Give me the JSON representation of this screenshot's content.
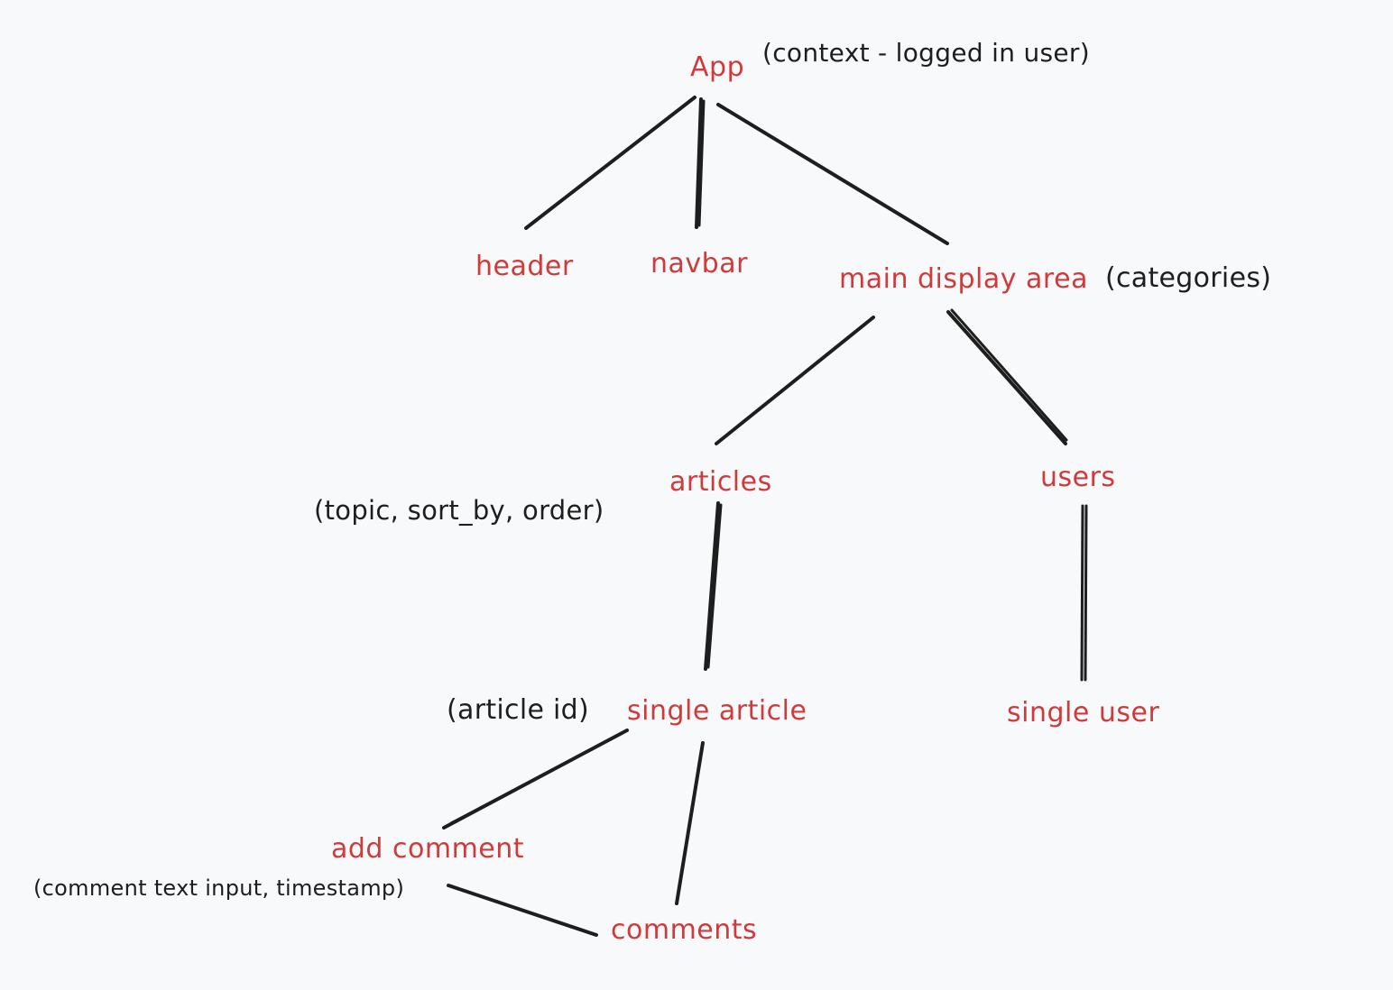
{
  "nodes": {
    "app": "App",
    "header": "header",
    "navbar": "navbar",
    "main_display_area": "main display area",
    "articles": "articles",
    "users": "users",
    "single_article": "single article",
    "single_user": "single user",
    "add_comment": "add comment",
    "comments": "comments"
  },
  "notes": {
    "app_context": "(context - logged in user)",
    "main_categories": "(categories)",
    "articles_params": "(topic, sort_by, order)",
    "single_article_id": "(article id)",
    "add_comment_params": "(comment text input, timestamp)"
  },
  "colors": {
    "background": "#f8f9fa",
    "node_text": "#d03a3a",
    "note_text": "#1e1e1e",
    "edge": "#1e1e1e"
  }
}
